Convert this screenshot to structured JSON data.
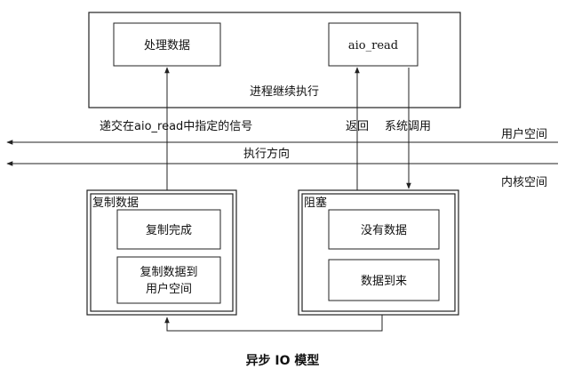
{
  "diagram": {
    "top_box": {
      "process_data": "处理数据",
      "aio_read": "aio_read",
      "continue_exec": "进程继续执行"
    },
    "signal_label": "递交在aio_read中指定的信号",
    "return_label": "返回",
    "syscall_label": "系统调用",
    "user_space": "用户空间",
    "exec_direction": "执行方向",
    "kernel_space": "内核空间",
    "copy_box": {
      "title": "复制数据",
      "copy_done": "复制完成",
      "copy_to_user_line1": "复制数据到",
      "copy_to_user_line2": "用户空间"
    },
    "block_box": {
      "title": "阻塞",
      "no_data": "没有数据",
      "data_arrives": "数据到来"
    },
    "caption": "异步 IO 模型",
    "colors": {
      "line": "#222222",
      "background": "#ffffff"
    }
  }
}
